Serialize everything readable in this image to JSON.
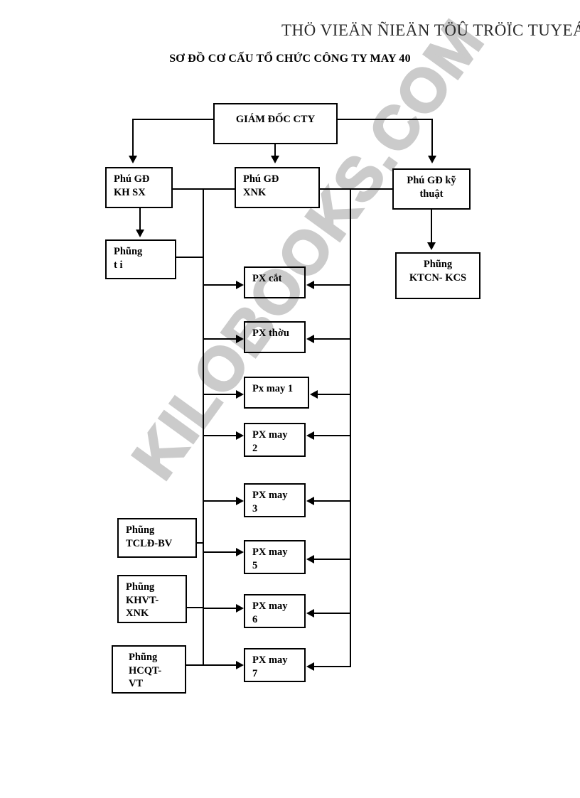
{
  "banner": {
    "text": "THÖ VIEÄN ÑIEÄN TÖÛ TRÖÏC TUYEÁN"
  },
  "document": {
    "title": "SƠ ĐỒ CƠ CẤU TỔ CHỨC CÔNG TY MAY 40"
  },
  "watermark": {
    "text": "KILOBOOKS.COM"
  },
  "chart_data": {
    "type": "diagram",
    "title": "SƠ ĐỒ CƠ CẤU TỔ CHỨC CÔNG TY MAY 40",
    "nodes": [
      {
        "id": "giam-doc",
        "label_lines": [
          "GIÁM ĐỐC CTY"
        ],
        "level": 0
      },
      {
        "id": "pgd-khsx",
        "label_lines": [
          "Phú GĐ",
          "KH SX"
        ],
        "level": 1
      },
      {
        "id": "pgd-xnk",
        "label_lines": [
          "Phú GĐ",
          "XNK"
        ],
        "level": 1
      },
      {
        "id": "pgd-ky-thuat",
        "label_lines": [
          "Phú GĐ kỹ",
          "thuật"
        ],
        "level": 1
      },
      {
        "id": "phung-t-i",
        "label_lines": [
          "Phũng",
          "t   i"
        ],
        "level": 2
      },
      {
        "id": "phung-ktcn-kcs",
        "label_lines": [
          "Phũng",
          "KTCN- KCS"
        ],
        "level": 2
      },
      {
        "id": "px-cat",
        "label_lines": [
          "PX cắt"
        ],
        "level": 3
      },
      {
        "id": "px-thou",
        "label_lines": [
          "PX thờu"
        ],
        "level": 3
      },
      {
        "id": "px-may-1",
        "label_lines": [
          "Px may 1"
        ],
        "level": 3
      },
      {
        "id": "px-may-2",
        "label_lines": [
          "PX may",
          "2"
        ],
        "level": 3
      },
      {
        "id": "px-may-3",
        "label_lines": [
          "PX may",
          "3"
        ],
        "level": 3
      },
      {
        "id": "px-may-5",
        "label_lines": [
          "PX may",
          "5"
        ],
        "level": 3
      },
      {
        "id": "px-may-6",
        "label_lines": [
          "PX may",
          "6"
        ],
        "level": 3
      },
      {
        "id": "px-may-7",
        "label_lines": [
          "PX may",
          "7"
        ],
        "level": 3
      },
      {
        "id": "phung-tcld-bv",
        "label_lines": [
          "Phũng",
          "TCLĐ-BV"
        ],
        "level": 2
      },
      {
        "id": "phung-khvt-xnk",
        "label_lines": [
          "Phũng",
          "KHVT-",
          "XNK"
        ],
        "level": 2
      },
      {
        "id": "phung-hcqt-vt",
        "label_lines": [
          "Phũng",
          "HCQT-",
          "VT"
        ],
        "level": 2
      }
    ],
    "edges": [
      {
        "from": "giam-doc",
        "to": "pgd-khsx"
      },
      {
        "from": "giam-doc",
        "to": "pgd-xnk"
      },
      {
        "from": "giam-doc",
        "to": "pgd-ky-thuat"
      },
      {
        "from": "pgd-khsx",
        "to": "phung-t-i"
      },
      {
        "from": "pgd-ky-thuat",
        "to": "phung-ktcn-kcs"
      },
      {
        "from": "pgd-xnk",
        "to": "px-cat"
      },
      {
        "from": "pgd-xnk",
        "to": "px-thou"
      },
      {
        "from": "pgd-xnk",
        "to": "px-may-1"
      },
      {
        "from": "pgd-xnk",
        "to": "px-may-2"
      },
      {
        "from": "pgd-xnk",
        "to": "px-may-3"
      },
      {
        "from": "pgd-xnk",
        "to": "px-may-5"
      },
      {
        "from": "pgd-xnk",
        "to": "px-may-6"
      },
      {
        "from": "pgd-xnk",
        "to": "px-may-7"
      },
      {
        "from": "pgd-ky-thuat",
        "to": "px-cat"
      },
      {
        "from": "pgd-ky-thuat",
        "to": "px-thou"
      },
      {
        "from": "pgd-ky-thuat",
        "to": "px-may-1"
      },
      {
        "from": "pgd-ky-thuat",
        "to": "px-may-2"
      },
      {
        "from": "pgd-ky-thuat",
        "to": "px-may-3"
      },
      {
        "from": "pgd-ky-thuat",
        "to": "px-may-5"
      },
      {
        "from": "pgd-ky-thuat",
        "to": "px-may-6"
      },
      {
        "from": "pgd-ky-thuat",
        "to": "px-may-7"
      },
      {
        "from": "phung-tcld-bv",
        "to": "px-may-5"
      },
      {
        "from": "phung-khvt-xnk",
        "to": "px-may-6"
      },
      {
        "from": "phung-hcqt-vt",
        "to": "px-may-7"
      }
    ],
    "colors": {
      "stroke": "#000000",
      "background": "#ffffff",
      "watermark": "#c9c9c9"
    }
  }
}
